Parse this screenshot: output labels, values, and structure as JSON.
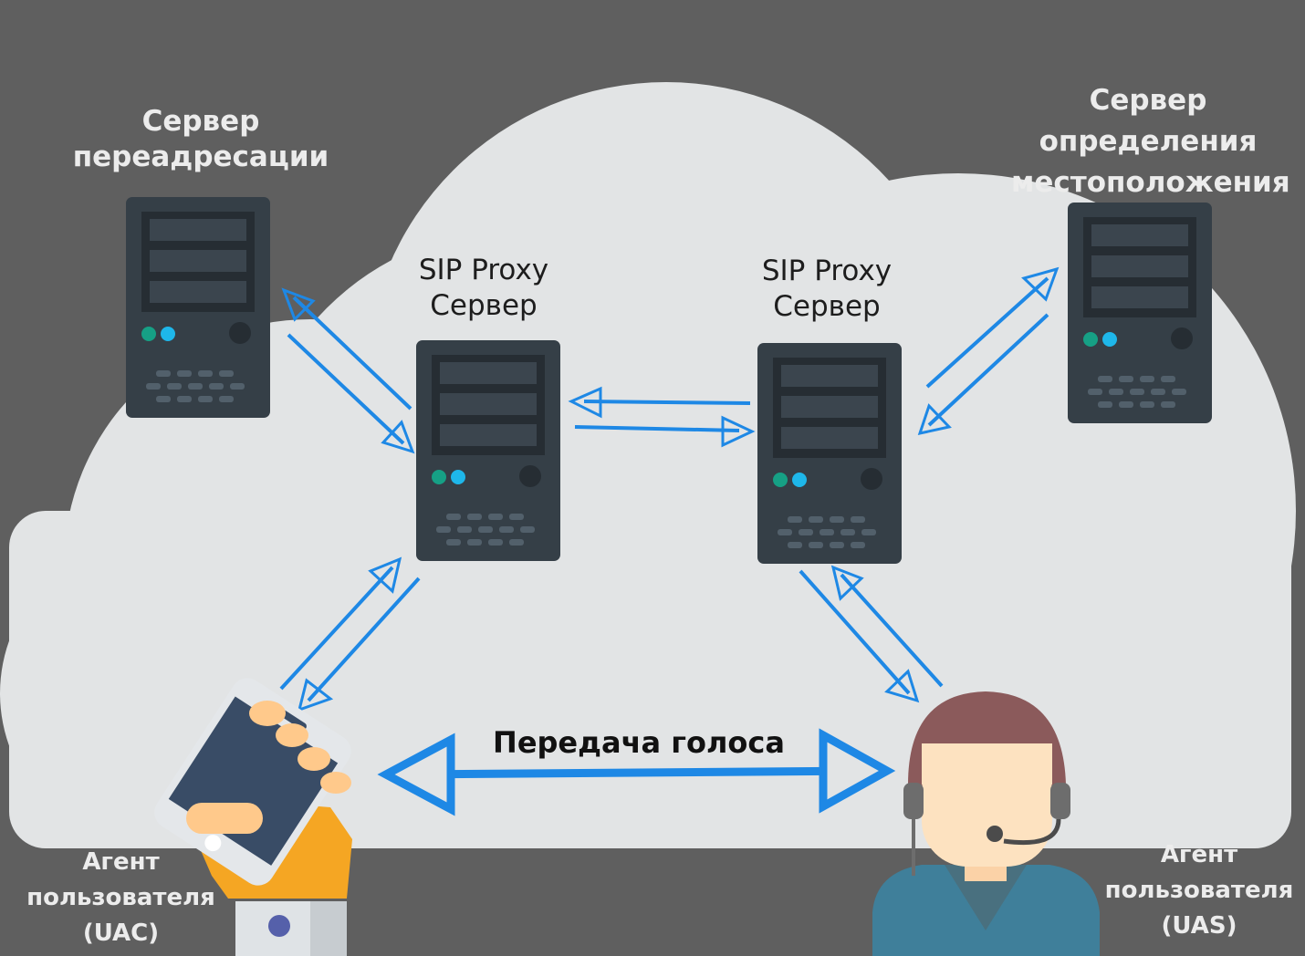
{
  "labels": {
    "redirect_server": [
      "Сервер",
      "переадресации"
    ],
    "location_server": [
      "Сервер",
      "определения",
      "местоположения"
    ],
    "proxy_left": [
      "SIP Proxy",
      "Сервер"
    ],
    "proxy_right": [
      "SIP Proxy",
      "Сервер"
    ],
    "voice": "Передача голоса",
    "uac": [
      "Агент",
      "пользователя",
      "(UAC)"
    ],
    "uas": [
      "Агент",
      "пользователя",
      "(UAS)"
    ]
  },
  "colors": {
    "background": "#5f5f5f",
    "cloud": "#e2e4e5",
    "server_body": "#353f47",
    "arrow": "#1e88e5"
  },
  "icons": [
    "server-icon",
    "smartphone-in-hand-icon",
    "operator-headset-icon"
  ]
}
